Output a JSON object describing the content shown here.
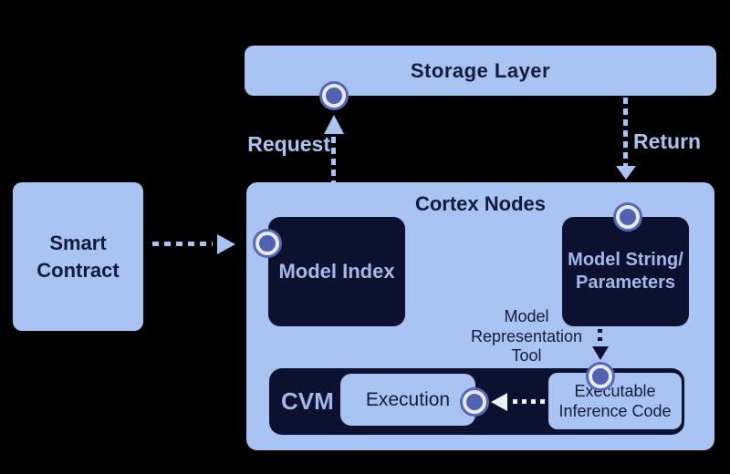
{
  "storage_layer": {
    "label": "Storage Layer"
  },
  "smart_contract": {
    "line1": "Smart",
    "line2": "Contract"
  },
  "cortex_nodes": {
    "title": "Cortex Nodes"
  },
  "model_index": {
    "label": "Model Index"
  },
  "model_string_parameters": {
    "line1": "Model String/",
    "line2": "Parameters"
  },
  "model_representation_tool": {
    "line1": "Model",
    "line2": "Representation",
    "line3": "Tool"
  },
  "cvm": {
    "label": "CVM"
  },
  "execution": {
    "label": "Execution"
  },
  "executable_inference_code": {
    "line1": "Executable",
    "line2": "Inference Code"
  },
  "arrows": {
    "request": "Request",
    "return": "Return"
  },
  "colors": {
    "background": "#000000",
    "node_light_blue": "#a9c3f3",
    "node_dark_navy": "#0c1130",
    "dark_text": "#141a3c",
    "light_text": "#a3b8ea",
    "connector_inner": "#5262b2",
    "connector_ring": "#e8eaf1",
    "connector_rim": "#5867b5",
    "white_arrow": "#eef2f9"
  }
}
